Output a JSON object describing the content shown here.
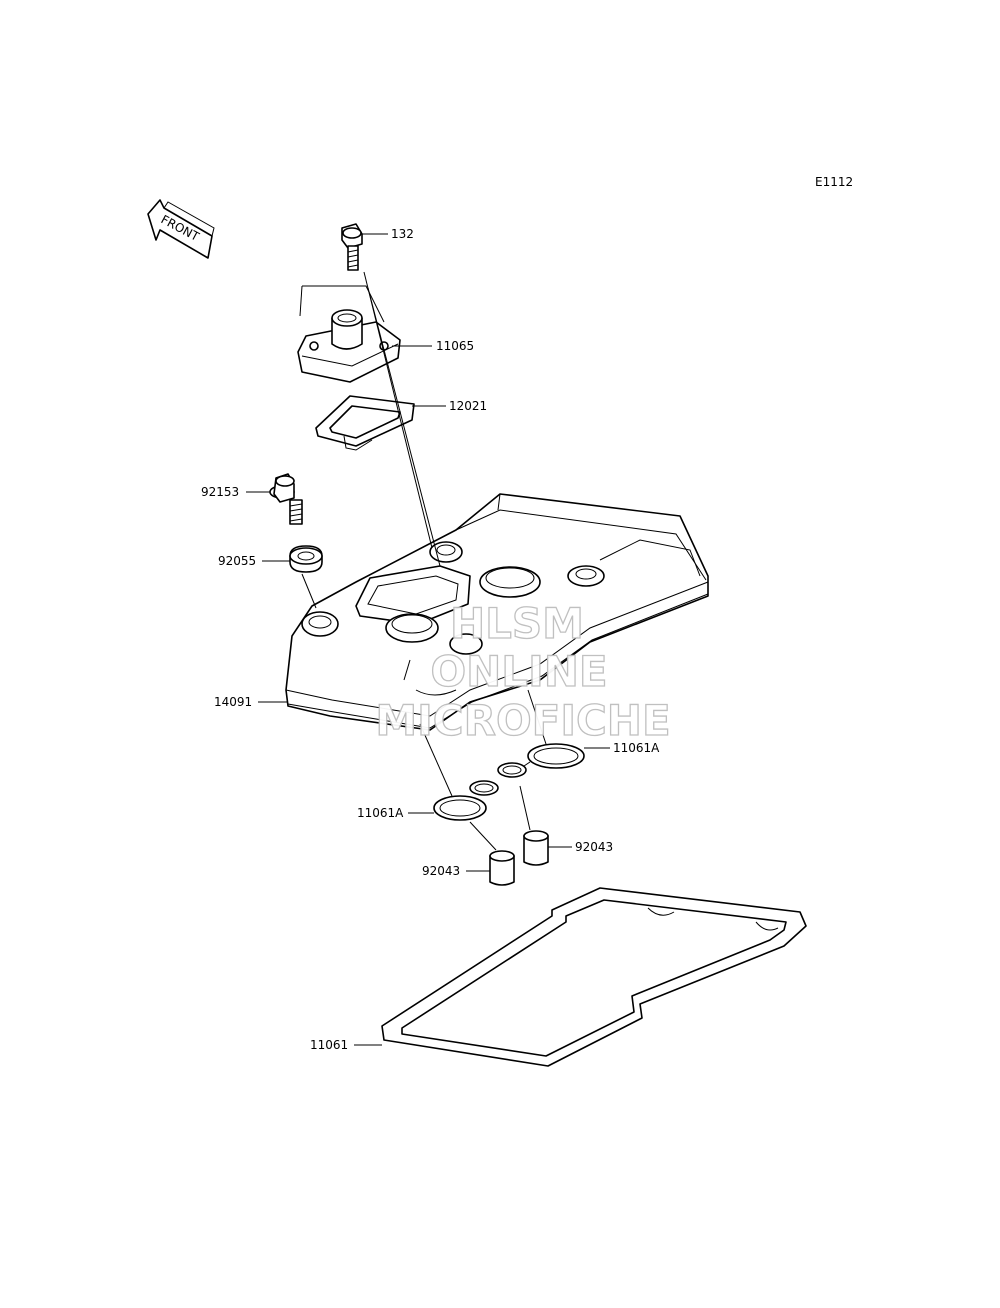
{
  "diagram_code": "E1112",
  "front_label": "FRONT",
  "parts": {
    "bolt_132": "132",
    "cap_11065": "11065",
    "gasket_12021": "12021",
    "bolt_92153": "92153",
    "washer_92055": "92055",
    "cover_14091": "14091",
    "gasket_11061A_right": "11061A",
    "gasket_11061A_left": "11061A",
    "dowel_92043_right": "92043",
    "dowel_92043_left": "92043",
    "gasket_11061": "11061"
  },
  "watermark": {
    "line1": "HLSM",
    "line2": "ONLINE",
    "line3": "MICROFICHE"
  }
}
